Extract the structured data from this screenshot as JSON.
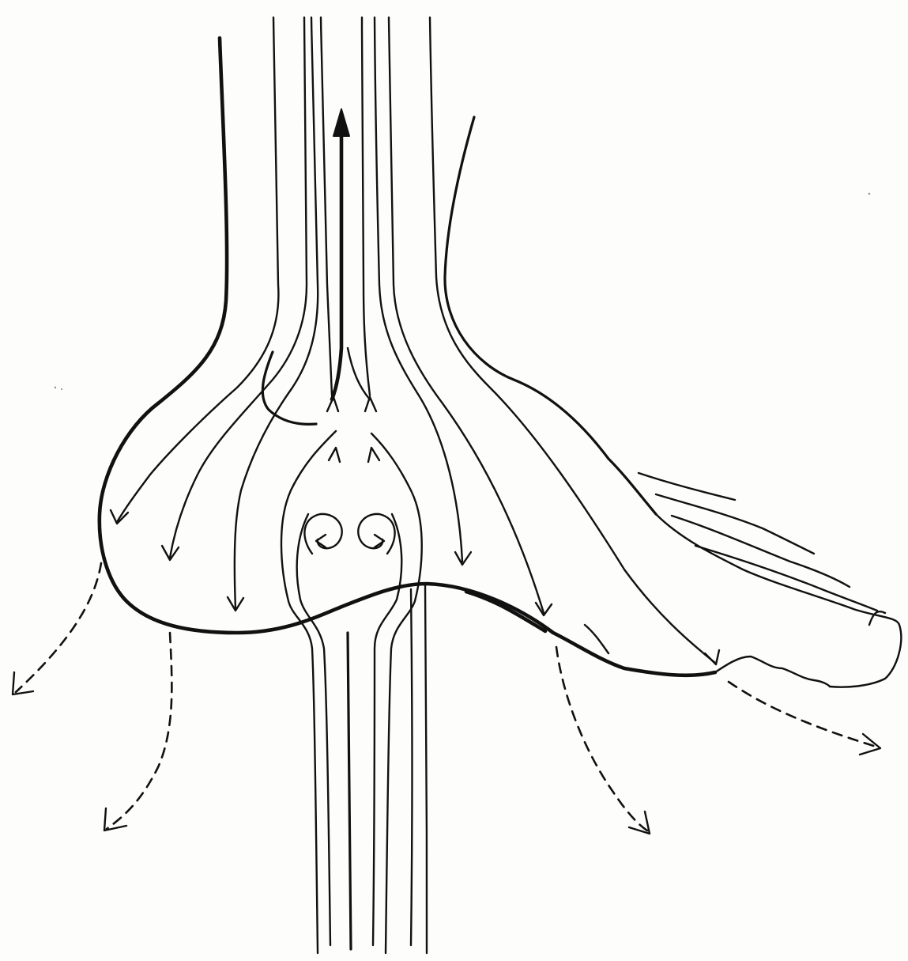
{
  "diagram": {
    "ink_color": "#111111",
    "paper_color": "#fdfdfc",
    "subject": "foot-and-lower-leg-outline",
    "line_styles": [
      "solid",
      "dashed"
    ]
  }
}
